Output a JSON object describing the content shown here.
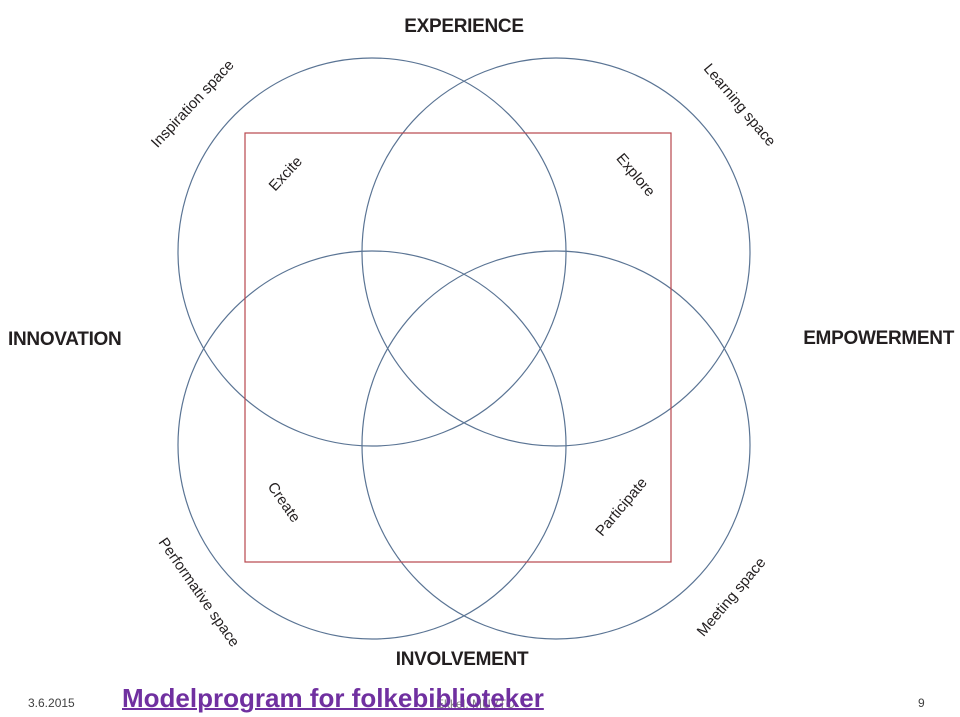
{
  "diagram": {
    "axes": {
      "top": "EXPERIENCE",
      "left": "INNOVATION",
      "right": "EMPOWERMENT",
      "bottom": "INVOLVEMENT"
    },
    "spaces": {
      "top_left": "Inspiration space",
      "top_right": "Learning space",
      "bottom_left": "Performative space",
      "bottom_right": "Meeting space"
    },
    "quadrants": {
      "top_left": "Excite",
      "top_right": "Explore",
      "bottom_left": "Create",
      "bottom_right": "Participate"
    },
    "colors": {
      "circles": "#5a7494",
      "square": "#b8474d",
      "text": "#231f20"
    }
  },
  "footer": {
    "date": "3.6.2015",
    "center_text": "Ekkel. MUVTO",
    "page_number": "9",
    "link_text": "Modelprogram for folkebiblioteker",
    "link_color": "#7030a0"
  }
}
